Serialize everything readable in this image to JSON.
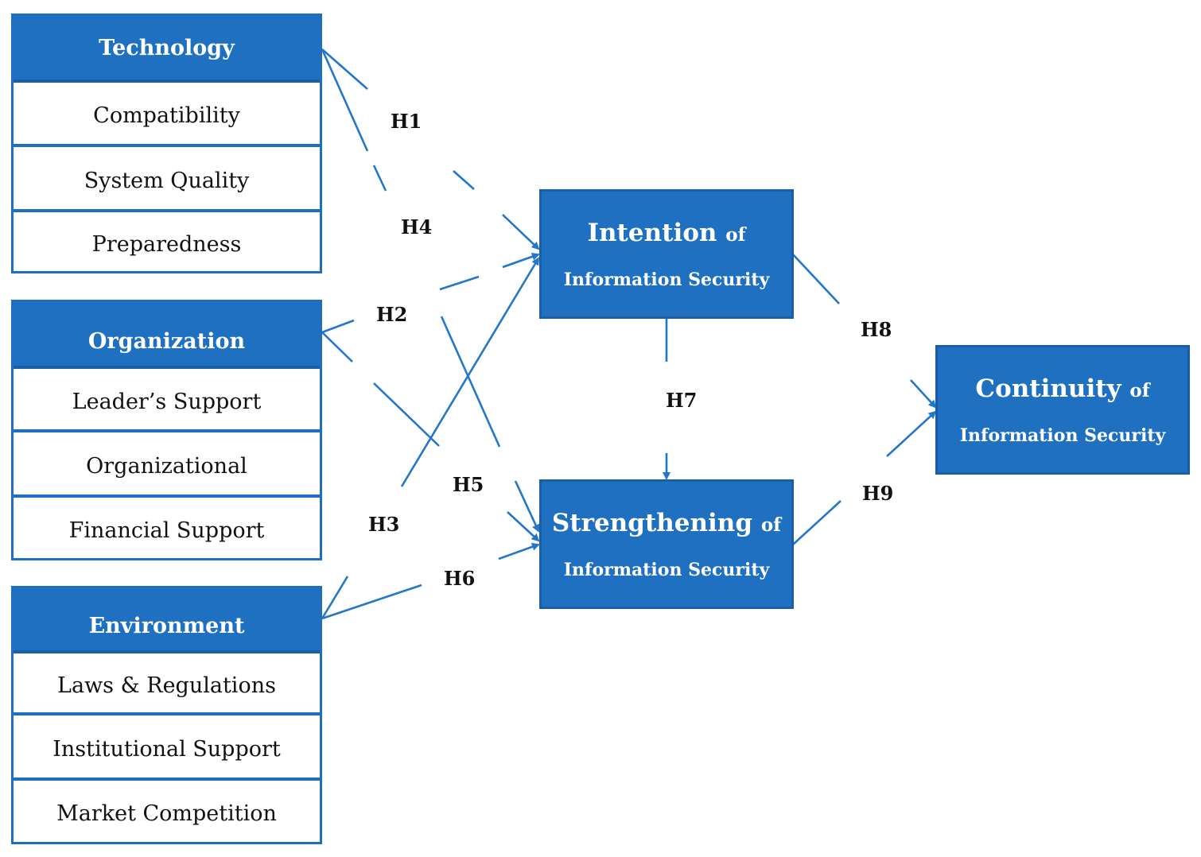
{
  "colors": {
    "box_fill": "#1f70c1",
    "box_border": "#1a5ea6",
    "arrow": "#2277cc",
    "hypothesis_text": "#111111"
  },
  "technology": {
    "title": "Technology",
    "items": [
      "Compatibility",
      "System Quality",
      "Preparedness"
    ]
  },
  "organization": {
    "title": "Organization",
    "items": [
      "Leader’s Support",
      "Organizational",
      "Financial Support"
    ]
  },
  "environment": {
    "title": "Environment",
    "items": [
      "Laws & Regulations",
      "Institutional Support",
      "Market Competition"
    ]
  },
  "intention": {
    "title": "Intention",
    "of": "of",
    "subtitle": "Information Security"
  },
  "strengthening": {
    "title": "Strengthening",
    "of": "of",
    "subtitle": "Information Security"
  },
  "continuity": {
    "title": "Continuity",
    "of": "of",
    "subtitle": "Information Security"
  },
  "hypotheses": {
    "h1": "H1",
    "h2": "H2",
    "h3": "H3",
    "h4": "H4",
    "h5": "H5",
    "h6": "H6",
    "h7": "H7",
    "h8": "H8",
    "h9": "H9"
  }
}
